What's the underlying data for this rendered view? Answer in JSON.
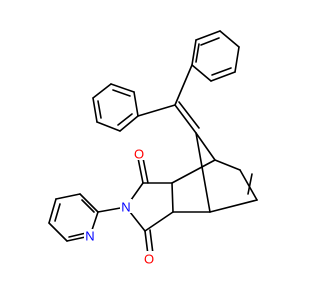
{
  "molecule": {
    "colors": {
      "bond": "#000000",
      "carbon": "#000000",
      "oxygen": "#ff0000",
      "nitrogen": "#0000ff",
      "background": "#ffffff"
    },
    "atom_labels": {
      "oxygen_top": "O",
      "oxygen_bottom": "O",
      "nitrogen_imide": "N",
      "nitrogen_pyridine": "N"
    }
  }
}
